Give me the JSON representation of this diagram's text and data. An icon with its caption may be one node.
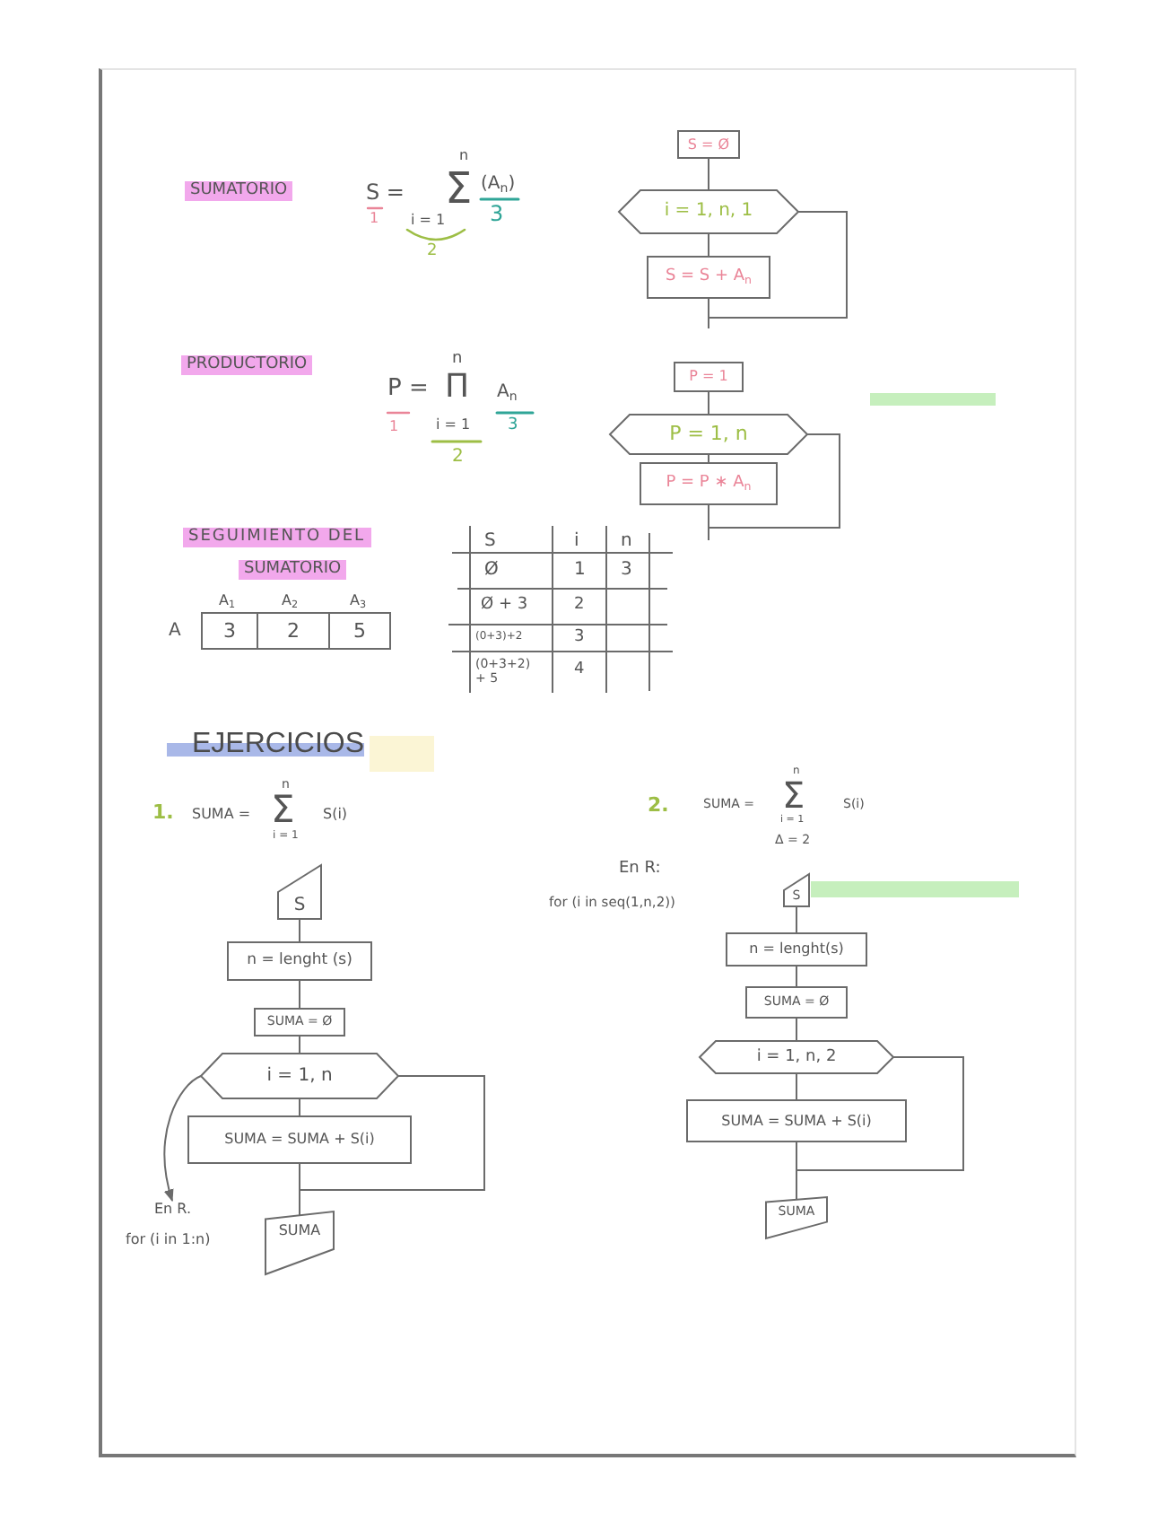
{
  "diagram": {
    "nodes": [
      {
        "text": [
          "S = Ø"
        ]
      },
      {
        "text": [
          "i = 1, n, 1"
        ]
      },
      {
        "text": [
          "S = S + A$_{n}$"
        ]
      },
      {
        "text": [
          "P = 1"
        ]
      },
      {
        "text": [
          "P = 1, n"
        ]
      },
      {
        "text": [
          "P = P ∗ A$_{n}$"
        ]
      },
      {
        "text": [
          "S"
        ]
      },
      {
        "text": [
          "n = lenght (s)"
        ]
      },
      {
        "text": [
          "SUMA = Ø"
        ]
      },
      {
        "text": [
          "i = 1, n"
        ]
      },
      {
        "text": [
          "SUMA = SUMA + S(i)"
        ]
      },
      {
        "text": [
          "SUMA"
        ]
      },
      {
        "text": [
          "En R.",
          "for (i in 1:n)"
        ]
      },
      {
        "text": [
          "S"
        ]
      },
      {
        "text": [
          "n = lenght(s)"
        ]
      },
      {
        "text": [
          "SUMA = Ø"
        ]
      },
      {
        "text": [
          "i = 1, n, 2"
        ]
      },
      {
        "text": [
          "SUMA = SUMA + S(i)"
        ]
      },
      {
        "text": [
          "SUMA"
        ]
      }
    ],
    "edges": [
      {
        "from": 0,
        "to": 1,
        "arrow": "none"
      },
      {
        "from": 1,
        "to": 2,
        "arrow": "none"
      },
      {
        "from": 1,
        "to": null,
        "arrow": "none"
      },
      {
        "from": 2,
        "to": null,
        "arrow": "none"
      },
      {
        "from": 3,
        "to": 4,
        "arrow": "none"
      },
      {
        "from": 4,
        "to": 5,
        "arrow": "none"
      },
      {
        "from": 4,
        "to": null,
        "arrow": "none"
      },
      {
        "from": 5,
        "to": null,
        "arrow": "none"
      },
      {
        "from": 6,
        "to": 7,
        "arrow": "none"
      },
      {
        "from": 7,
        "to": 8,
        "arrow": "none"
      },
      {
        "from": 8,
        "to": 9,
        "arrow": "none"
      },
      {
        "from": 9,
        "to": 10,
        "arrow": "none"
      },
      {
        "from": 9,
        "to": 11,
        "arrow": "none"
      },
      {
        "from": 10,
        "to": 11,
        "arrow": "none"
      },
      {
        "from": 9,
        "to": 12,
        "arrow": "to"
      },
      {
        "from": 13,
        "to": 14,
        "arrow": "none"
      },
      {
        "from": 14,
        "to": 15,
        "arrow": "none"
      },
      {
        "from": 15,
        "to": 16,
        "arrow": "none"
      },
      {
        "from": 16,
        "to": 17,
        "arrow": "none"
      },
      {
        "from": 16,
        "to": 18,
        "arrow": "none"
      },
      {
        "from": 17,
        "to": 18,
        "arrow": "none"
      }
    ],
    "labels": [
      "SUMATORIO",
      "S =",
      "n",
      "Σ",
      "i = 1",
      "(A$_{n}$)",
      "1",
      "2",
      "3",
      "PRODUCTORIO",
      "P =",
      "n",
      "Π",
      "i = 1",
      "A$_{n}$",
      "1",
      "2",
      "3",
      "SEGUIMIENTO DEL",
      "SUMATORIO",
      "A$_{1}$",
      "A$_{2}$",
      "A$_{3}$",
      "A",
      "3",
      "2",
      "5",
      "S",
      "i",
      "n",
      "Ø",
      "1",
      "3",
      "Ø + 3",
      "2",
      "(0+3)+2",
      "3",
      "(0+3+2) + 5",
      "4",
      "EJERCICIOS",
      "1.",
      "SUMA =",
      "n",
      "Σ",
      "i = 1",
      "S(i)",
      "2.",
      "SUMA =",
      "n",
      "Σ",
      "i = 1",
      "Δ = 2",
      "S(i)",
      "En R:",
      "for (i in seq(1,n,2))"
    ]
  }
}
